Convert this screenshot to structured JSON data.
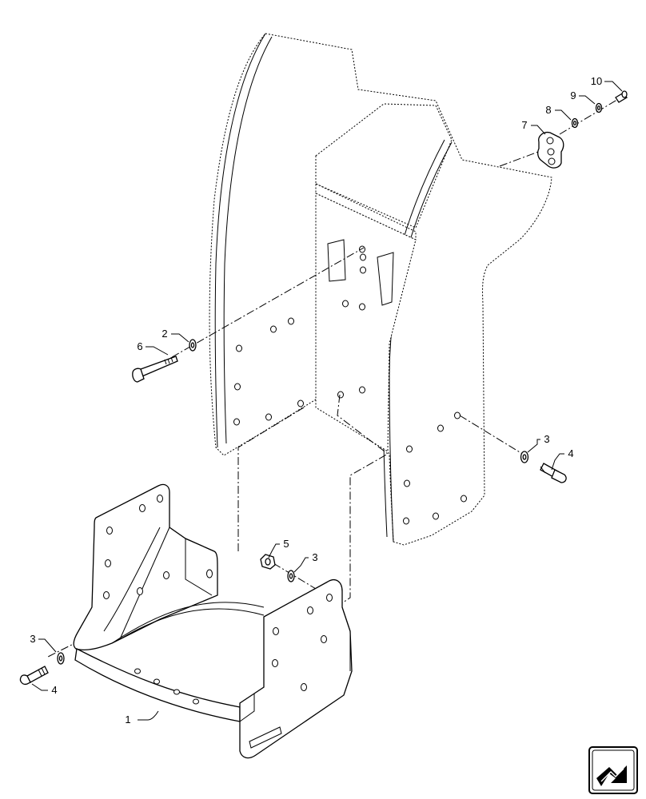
{
  "callouts": [
    {
      "id": "c1",
      "label": "1"
    },
    {
      "id": "c2",
      "label": "2"
    },
    {
      "id": "c3a",
      "label": "3"
    },
    {
      "id": "c3b",
      "label": "3"
    },
    {
      "id": "c3c",
      "label": "3"
    },
    {
      "id": "c4a",
      "label": "4"
    },
    {
      "id": "c4b",
      "label": "4"
    },
    {
      "id": "c5",
      "label": "5"
    },
    {
      "id": "c6",
      "label": "6"
    },
    {
      "id": "c7",
      "label": "7"
    },
    {
      "id": "c8",
      "label": "8"
    },
    {
      "id": "c9",
      "label": "9"
    },
    {
      "id": "c10",
      "label": "10"
    }
  ],
  "nav_icon": "arrow-in-box-icon"
}
